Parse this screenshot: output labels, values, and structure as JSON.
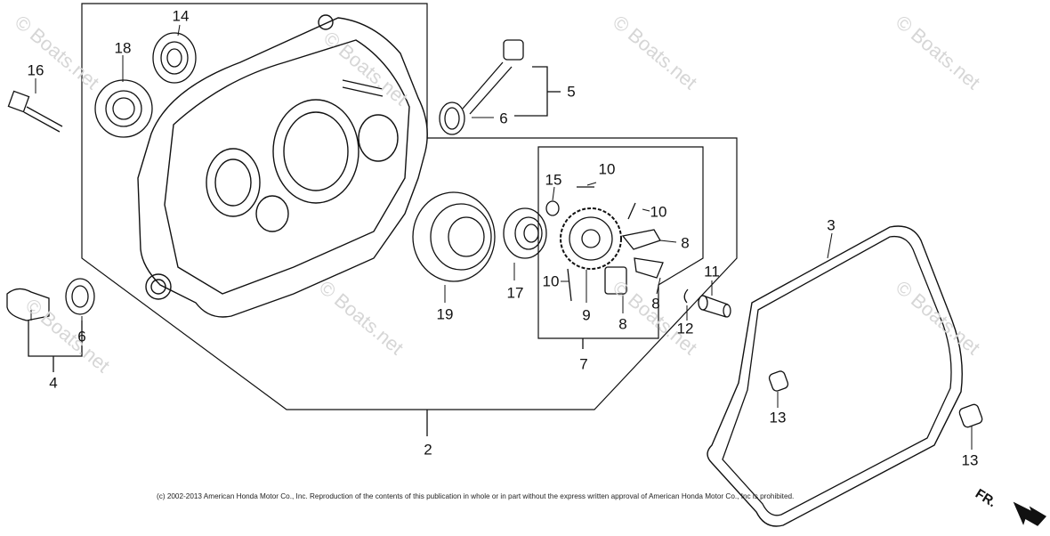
{
  "watermark": "© Boats.net",
  "copyright": "(c) 2002-2013 American Honda Motor Co., Inc. Reproduction of the contents of this publication in whole or in part without the express written approval of American Honda Motor Co., Inc is prohibited.",
  "direction_label": "FR.",
  "callouts": {
    "c14": "14",
    "c18": "18",
    "c16": "16",
    "c5": "5",
    "c6a": "6",
    "c6b": "6",
    "c15": "15",
    "c10a": "10",
    "c10b": "10",
    "c10c": "10",
    "c8a": "8",
    "c8b": "8",
    "c8c": "8",
    "c3": "3",
    "c11": "11",
    "c12": "12",
    "c19": "19",
    "c17": "17",
    "c9": "9",
    "c7": "7",
    "c4": "4",
    "c2": "2",
    "c13a": "13",
    "c13b": "13"
  },
  "colors": {
    "ink": "#111111",
    "watermark": "#d6d6d6"
  }
}
